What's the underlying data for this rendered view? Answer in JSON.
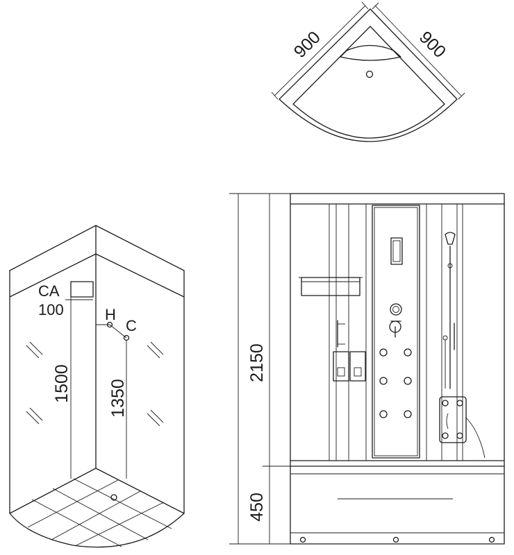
{
  "plan_view": {
    "width_left": "900",
    "width_right": "900"
  },
  "iso_view": {
    "label_ca": "CA",
    "dim_ca_height": "100",
    "dim_ca_level": "1500",
    "label_hot": "H",
    "label_cold": "C",
    "dim_valve_level": "1350"
  },
  "front_view": {
    "dim_total_height": "2150",
    "dim_tray_height": "450"
  }
}
